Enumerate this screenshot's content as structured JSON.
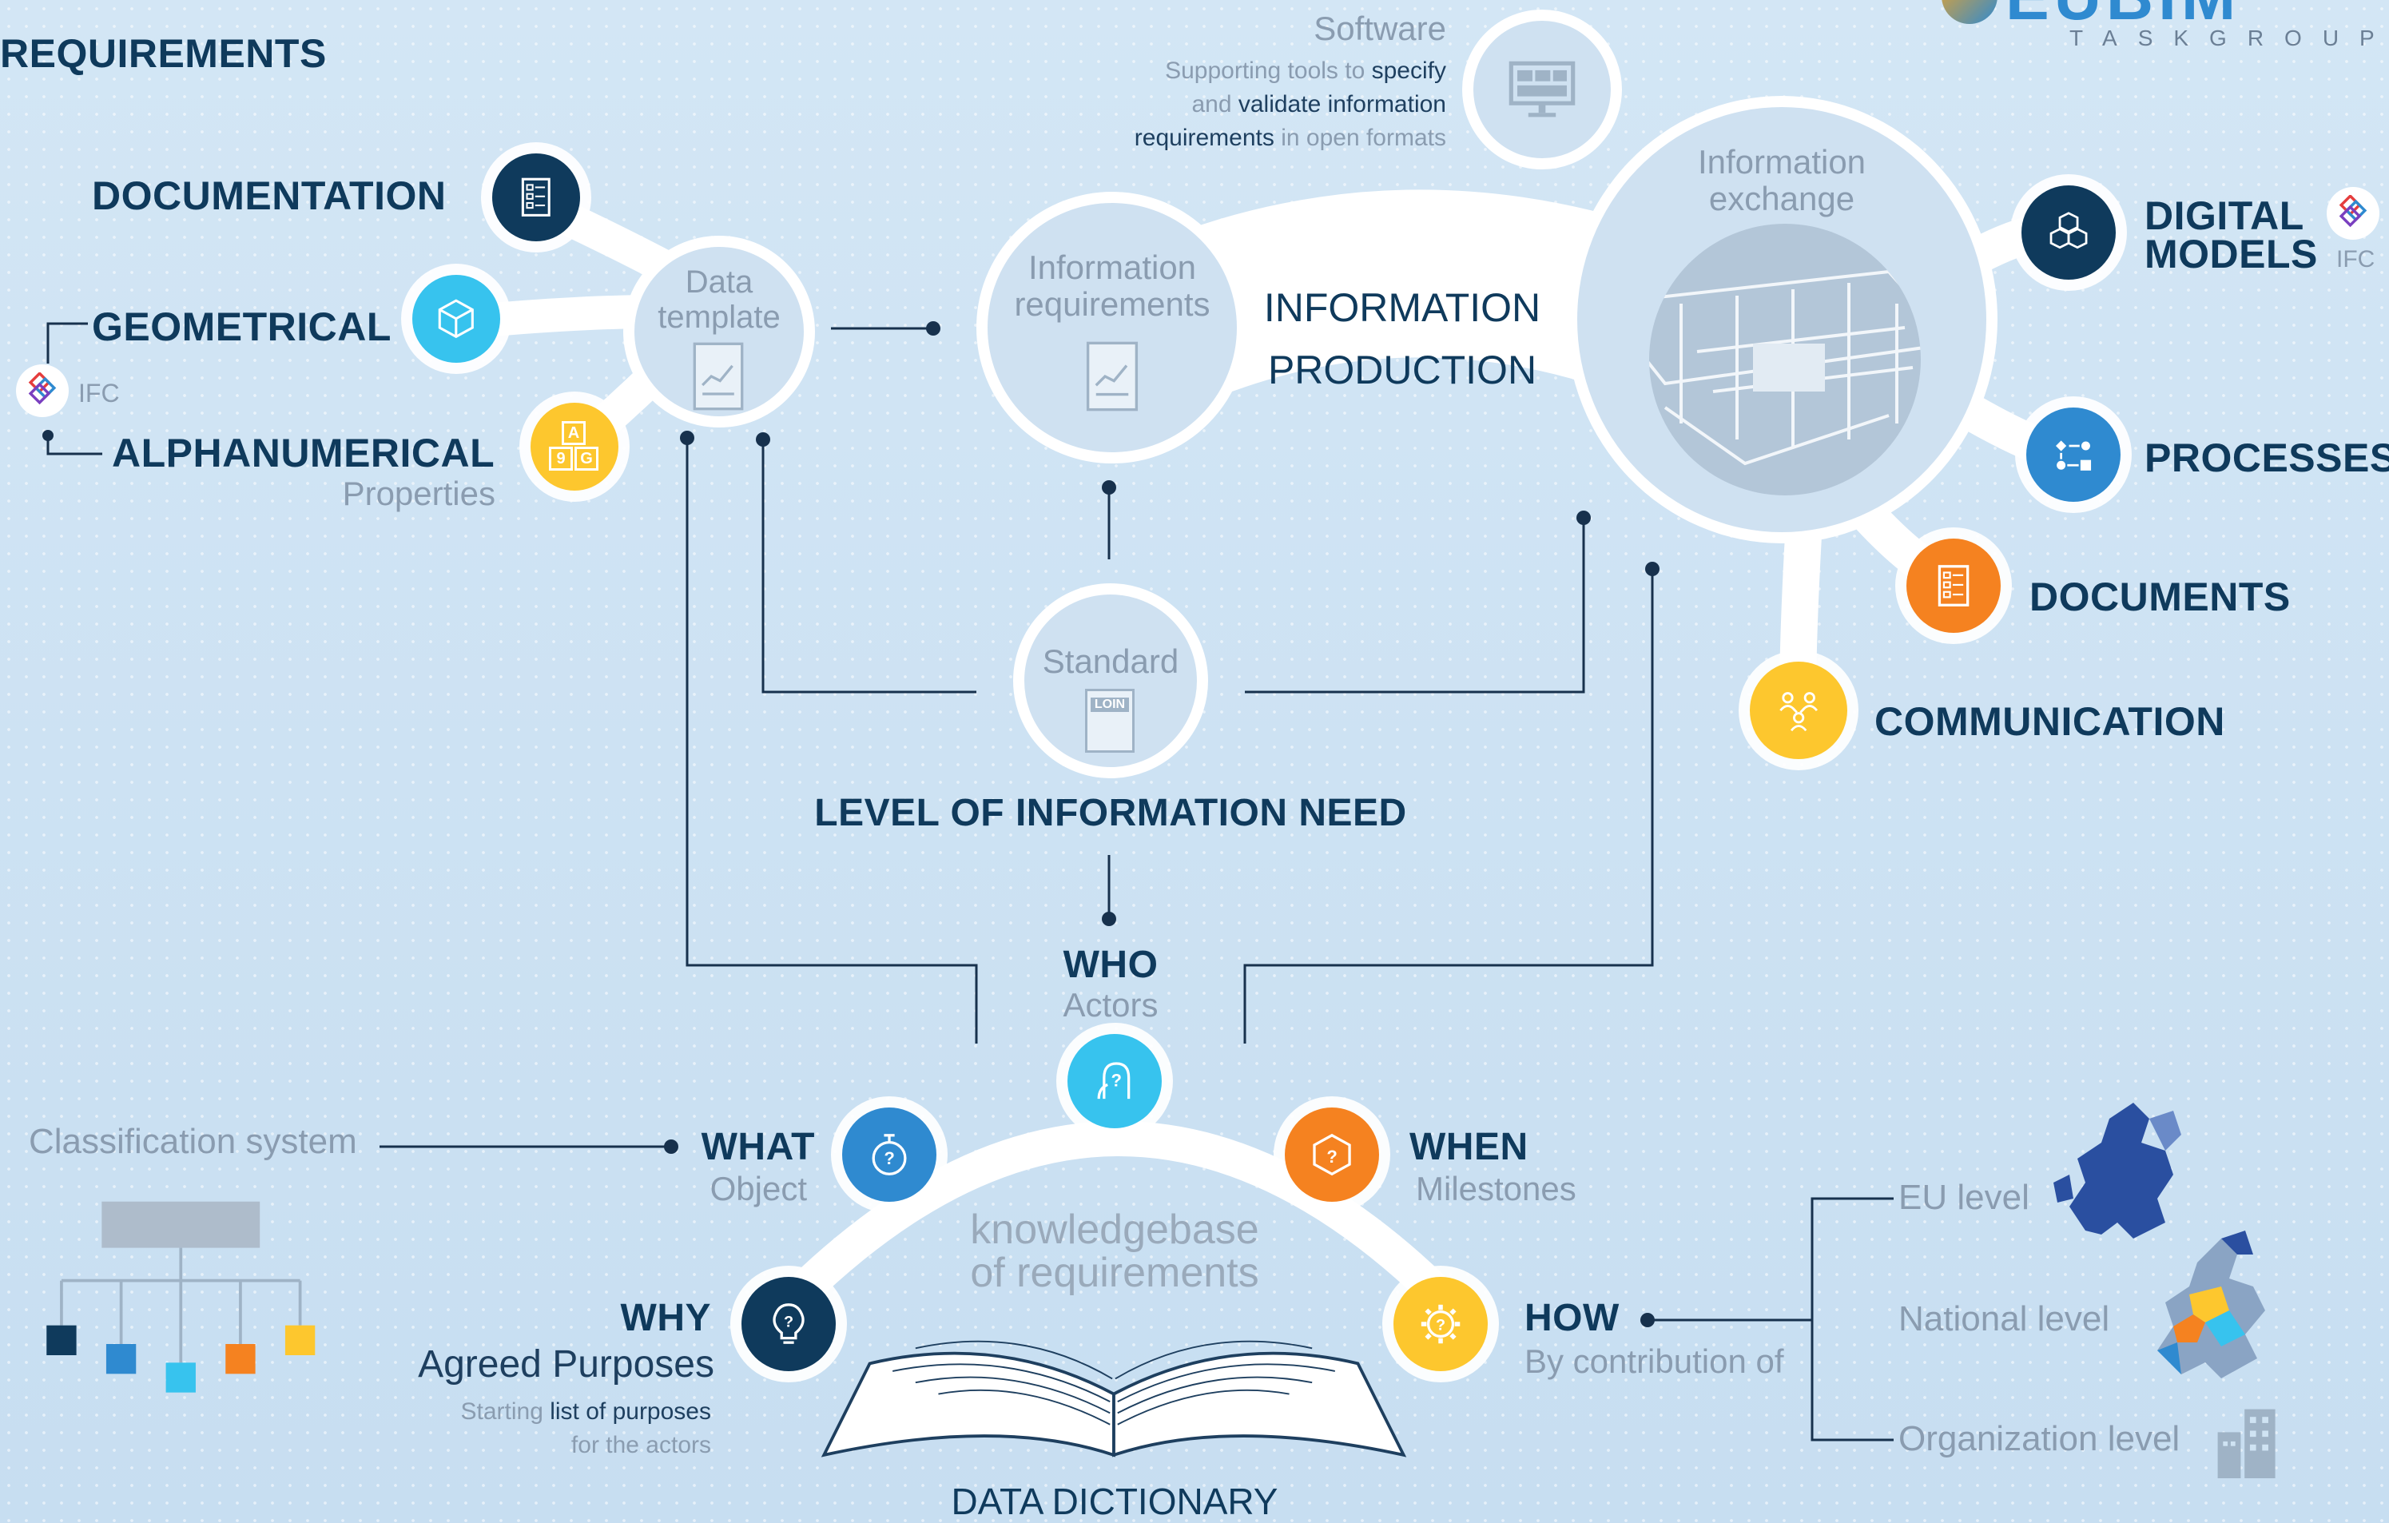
{
  "header": {
    "title": "REQUIREMENTS",
    "logo_text": "EUBIM",
    "logo_subtext": "TASKGROUP"
  },
  "software": {
    "title": "Software",
    "line1_pre": "Supporting tools to ",
    "line1_hl": "specify",
    "line2_pre": "and ",
    "line2_hl": "validate information",
    "line3_hl": "requirements",
    "line3_post": " in open formats"
  },
  "data_template": {
    "label_line1": "Data",
    "label_line2": "template",
    "documentation": "DOCUMENTATION",
    "geometrical": "GEOMETRICAL",
    "alphanumerical": "ALPHANUMERICAL",
    "properties": "Properties",
    "ifc": "IFC",
    "alpha_icon_glyphs": [
      "A",
      "9",
      "G"
    ]
  },
  "information_requirements": {
    "line1": "Information",
    "line2": "requirements"
  },
  "information_production": {
    "line1": "INFORMATION",
    "line2": "PRODUCTION"
  },
  "information_exchange": {
    "line1": "Information",
    "line2": "exchange",
    "digital_models_line1": "DIGITAL",
    "digital_models_line2": "MODELS",
    "ifc": "IFC",
    "processes": "PROCESSES",
    "documents": "DOCUMENTS",
    "communication": "COMMUNICATION"
  },
  "standard": {
    "label": "Standard",
    "doc_label": "LOIN",
    "title": "LEVEL OF INFORMATION NEED"
  },
  "dictionary": {
    "who": "WHO",
    "who_sub": "Actors",
    "what": "WHAT",
    "what_sub": "Object",
    "when": "WHEN",
    "when_sub": "Milestones",
    "why": "WHY",
    "why_sub": "Agreed Purposes",
    "why_note1_pre": "Starting ",
    "why_note1_hl": "list of purposes",
    "why_note2": "for the actors",
    "how": "HOW",
    "how_sub": "By contribution of",
    "kb_line1": "knowledgebase",
    "kb_line2": "of requirements",
    "title": "DATA DICTIONARY"
  },
  "classification": {
    "label": "Classification system",
    "node_colors": [
      "#0f3a5c",
      "#2f8ad0",
      "#37c3ee",
      "#f58220",
      "#fdc72e"
    ]
  },
  "levels": {
    "eu": "EU level",
    "national": "National level",
    "organization": "Organization level"
  },
  "colors": {
    "navy": "#0f3a5c",
    "blue": "#2f8ad0",
    "cyan": "#37c3ee",
    "orange": "#f58220",
    "yellow": "#fdc72e"
  },
  "icons": {
    "documentation": "document-list-icon",
    "geometrical": "cube-outline-icon",
    "alphanumerical": "letter-blocks-icon",
    "digital_models": "stacked-cubes-icon",
    "processes": "process-flow-icon",
    "documents": "document-list-icon",
    "communication": "people-network-icon",
    "who": "person-question-icon",
    "what": "stopwatch-question-icon",
    "when": "box-question-icon",
    "why": "lightbulb-question-icon",
    "how": "gear-question-icon"
  }
}
